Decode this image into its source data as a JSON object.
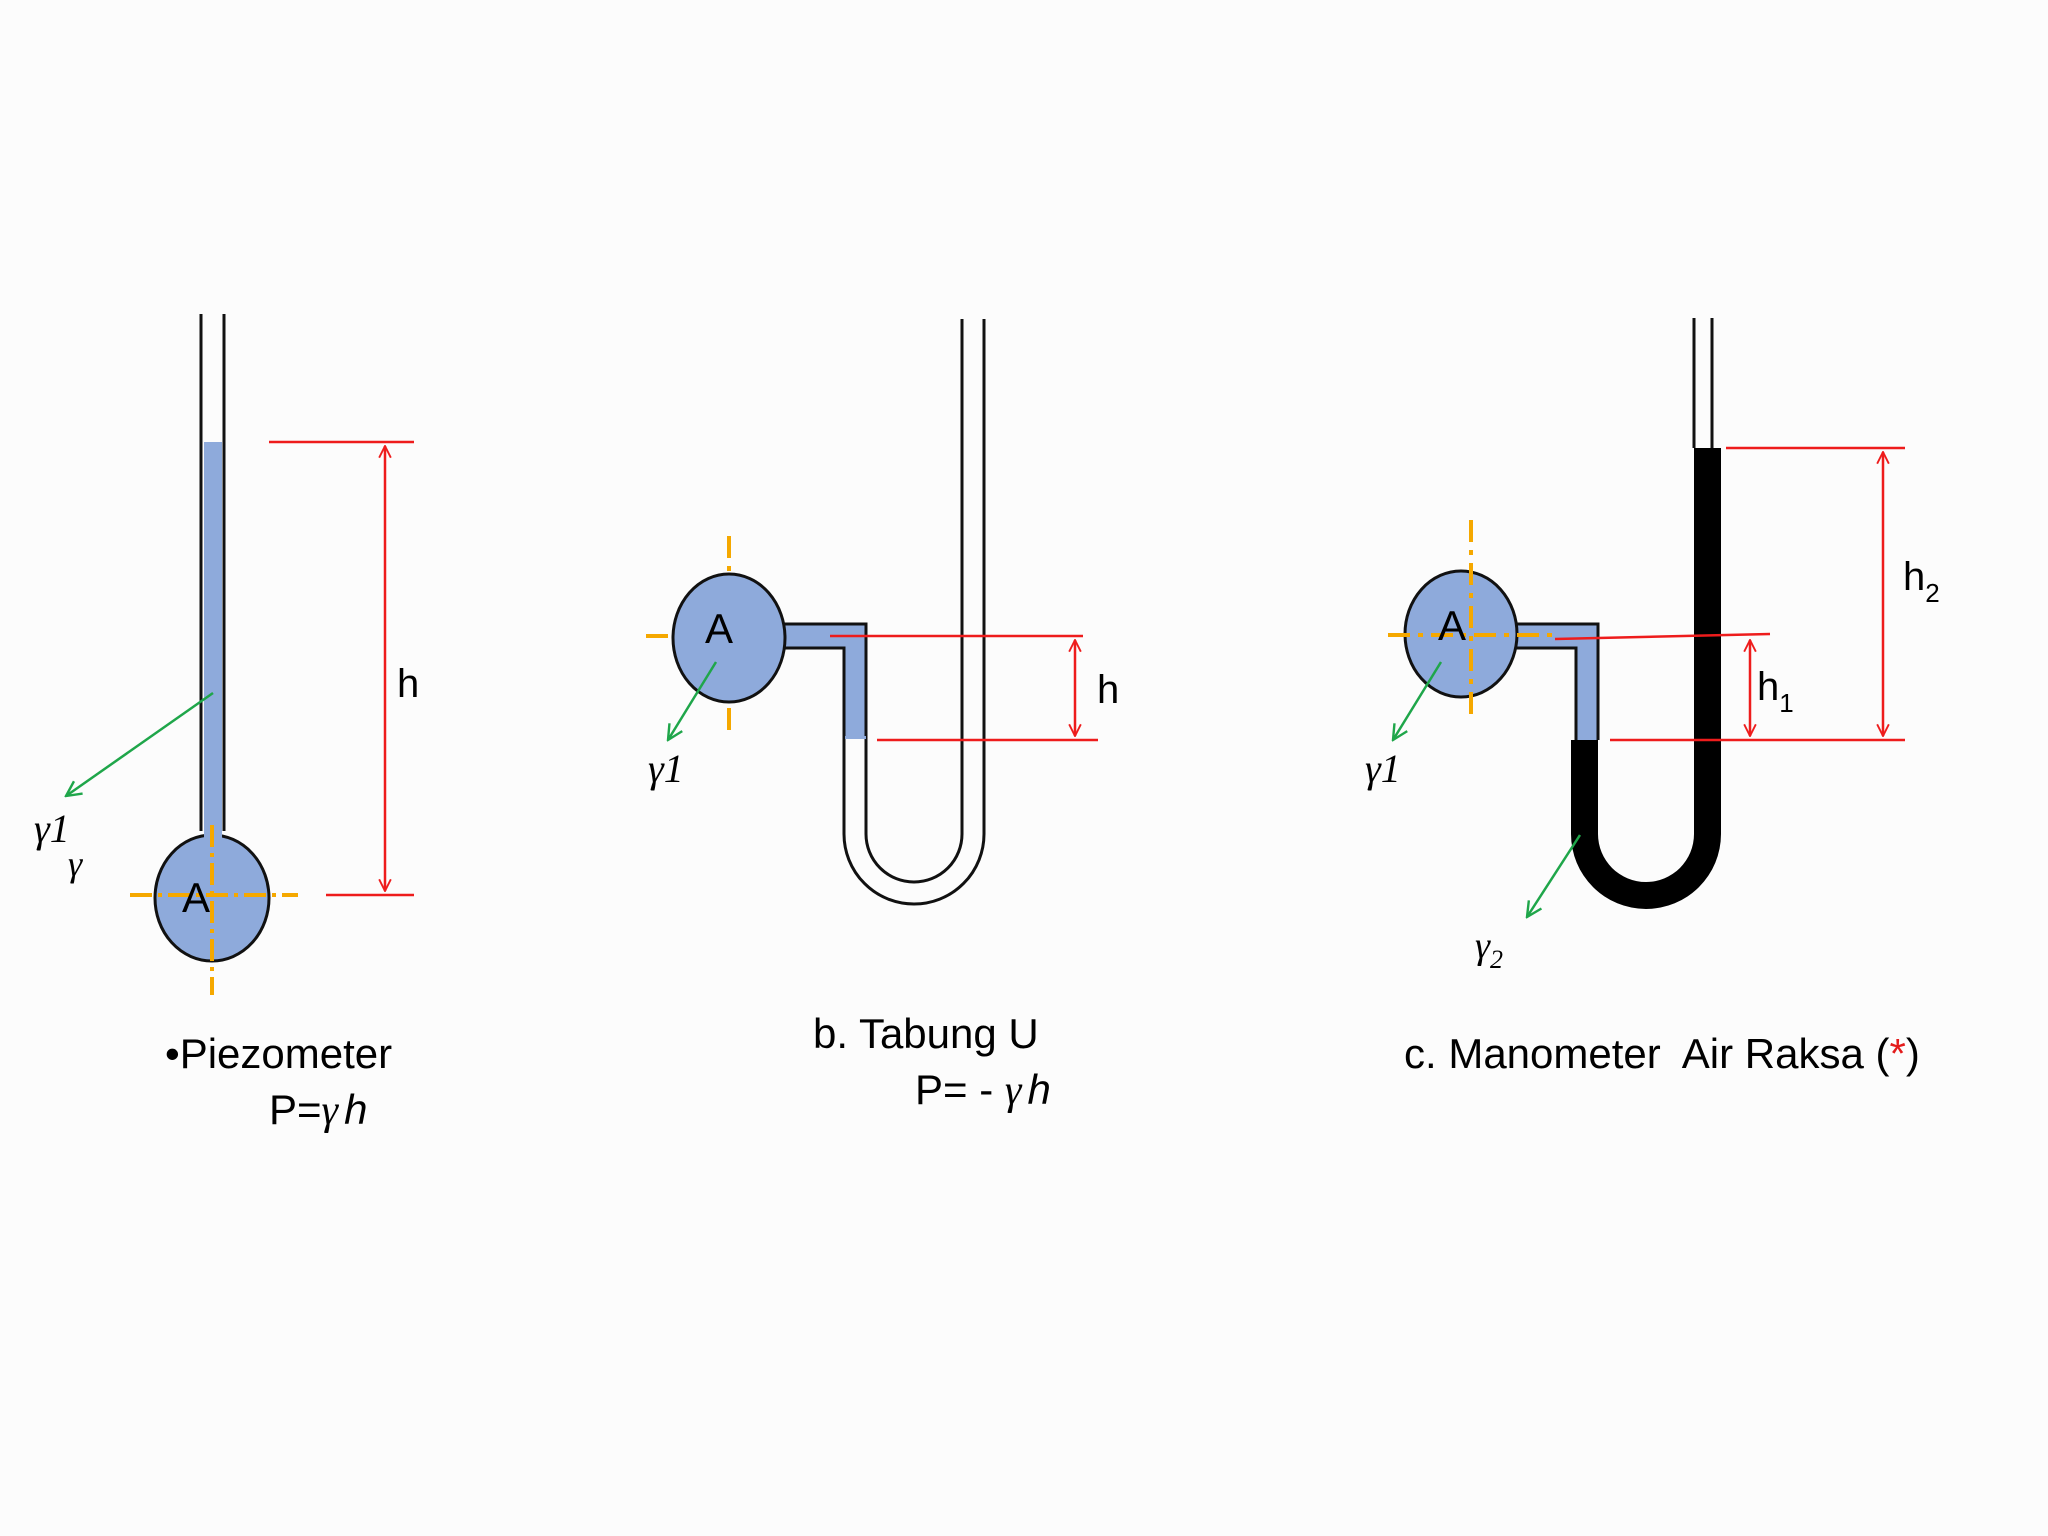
{
  "colors": {
    "background": "#fcfcfc",
    "fluid": "#8eaadb",
    "mercury": "#000000",
    "dimension": "#ee1c1c",
    "pointer": "#1fa64a",
    "axis": "#f5a800",
    "tube_outline": "#111111",
    "asterisk": "#e31b1b"
  },
  "icons": [
    "dimension-arrow",
    "pointer-arrow",
    "center-crosshair"
  ],
  "panels": {
    "a": {
      "bulb_label": "A",
      "dim_label": "h",
      "gamma_label": "γ1",
      "gamma_extra": "γ",
      "caption_title": "•Piezometer",
      "caption_formula_prefix": "P=",
      "caption_formula_gamma": "γ",
      "caption_formula_var": "h"
    },
    "b": {
      "bulb_label": "A",
      "dim_label": "h",
      "gamma_label": "γ1",
      "caption_title": "b. Tabung U",
      "caption_formula_prefix": "P= - ",
      "caption_formula_gamma": "γ",
      "caption_formula_var": "h"
    },
    "c": {
      "bulb_label": "A",
      "dim1_label": "h",
      "dim1_sub": "1",
      "dim2_label": "h",
      "dim2_sub": "2",
      "gamma1_label": "γ1",
      "gamma2_label": "γ",
      "gamma2_sub": "2",
      "caption_title": "c. Manometer  Air Raksa (",
      "caption_asterisk": "*",
      "caption_close": ")"
    }
  }
}
